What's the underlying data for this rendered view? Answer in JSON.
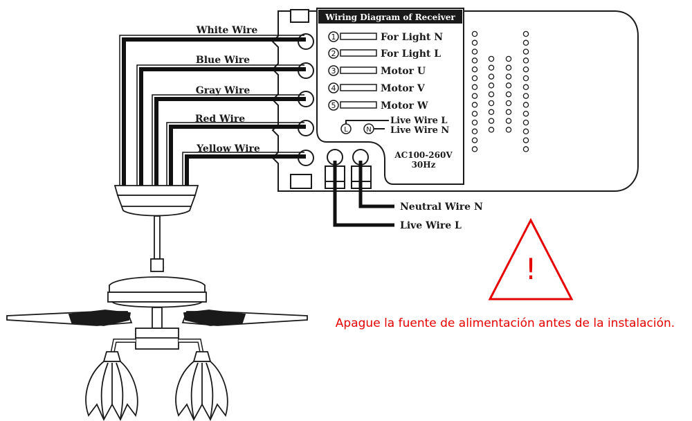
{
  "receiver": {
    "title": "Wiring Diagram of Receiver",
    "terminals": [
      {
        "num": "1",
        "label": "For Light N"
      },
      {
        "num": "2",
        "label": "For Light L"
      },
      {
        "num": "3",
        "label": "Motor U"
      },
      {
        "num": "4",
        "label": "Motor V"
      },
      {
        "num": "5",
        "label": "Motor W"
      }
    ],
    "live_terminal": {
      "symbol": "L",
      "label": "Live Wire L"
    },
    "neutral_terminal": {
      "symbol": "N",
      "label": "Live Wire N"
    },
    "rating_voltage": "AC100-260V",
    "rating_frequency": "30Hz"
  },
  "wires": [
    "White Wire",
    "Blue Wire",
    "Gray Wire",
    "Red Wire",
    "Yellow Wire"
  ],
  "input_wires": {
    "neutral": "Neutral Wire N",
    "live": "Live Wire L"
  },
  "warning": {
    "symbol": "!",
    "text": "Apague la fuente de alimentación antes de la instalación.",
    "color": "#e60000"
  }
}
